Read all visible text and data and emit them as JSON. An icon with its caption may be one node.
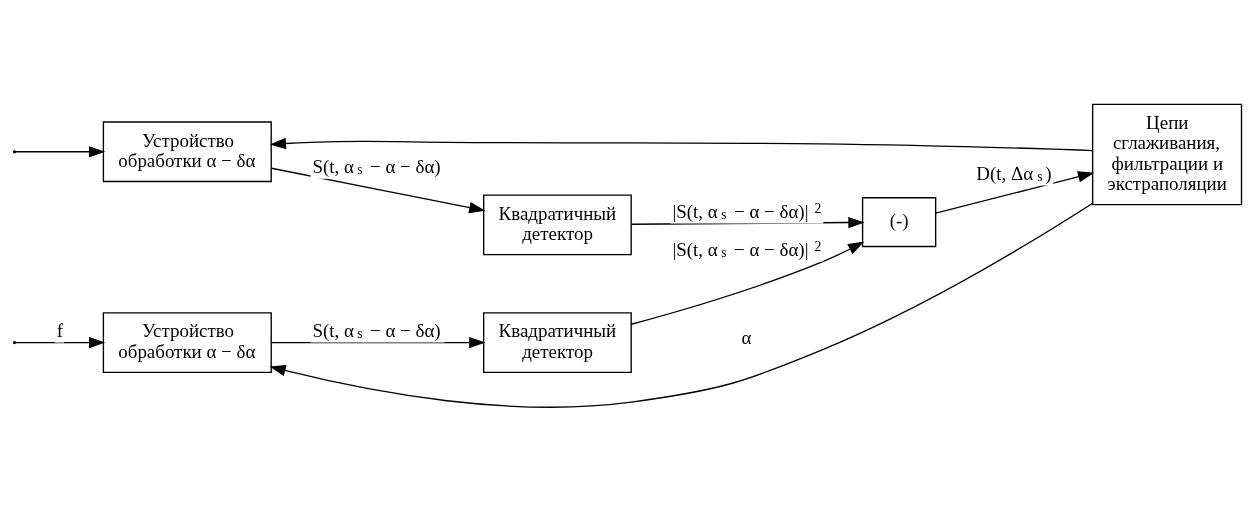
{
  "diagram": {
    "nodes": [
      {
        "text": [
          "Устройство обработки α − δα"
        ]
      },
      {
        "text": [
          "Квадратичный детектор"
        ]
      },
      {
        "text": [
          "(-)"
        ]
      },
      {
        "text": [
          "Цепи сглаживания, фильтрации и экстраполяции"
        ]
      },
      {
        "text": [
          "Устройство обработки α − δα"
        ]
      },
      {
        "text": [
          "Квадратичный детектор"
        ]
      }
    ],
    "edges": [
      {
        "from": null,
        "to": 0,
        "arrow": "to",
        "label": "f"
      },
      {
        "from": null,
        "to": 4,
        "arrow": "to"
      },
      {
        "from": 0,
        "to": 1,
        "arrow": "to",
        "label": "S(t, α$_{s}$ − α − δα)"
      },
      {
        "from": 1,
        "to": 2,
        "arrow": "to",
        "label": "|S(t, α$_{s}$ − α − δα)|$^{2}$"
      },
      {
        "from": 4,
        "to": 5,
        "arrow": "to",
        "label": "S(t, α$_{s}$ − α − δα)"
      },
      {
        "from": 5,
        "to": 2,
        "arrow": "to",
        "label": "|S(t, α$_{s}$ − α − δα)|$^{2}$"
      },
      {
        "from": 2,
        "to": 3,
        "arrow": "to",
        "label": "D(t, Δα$_{s}$)"
      },
      {
        "from": 3,
        "to": 0,
        "arrow": "to",
        "label": "α"
      },
      {
        "from": 3,
        "to": 4,
        "arrow": "to"
      }
    ]
  }
}
